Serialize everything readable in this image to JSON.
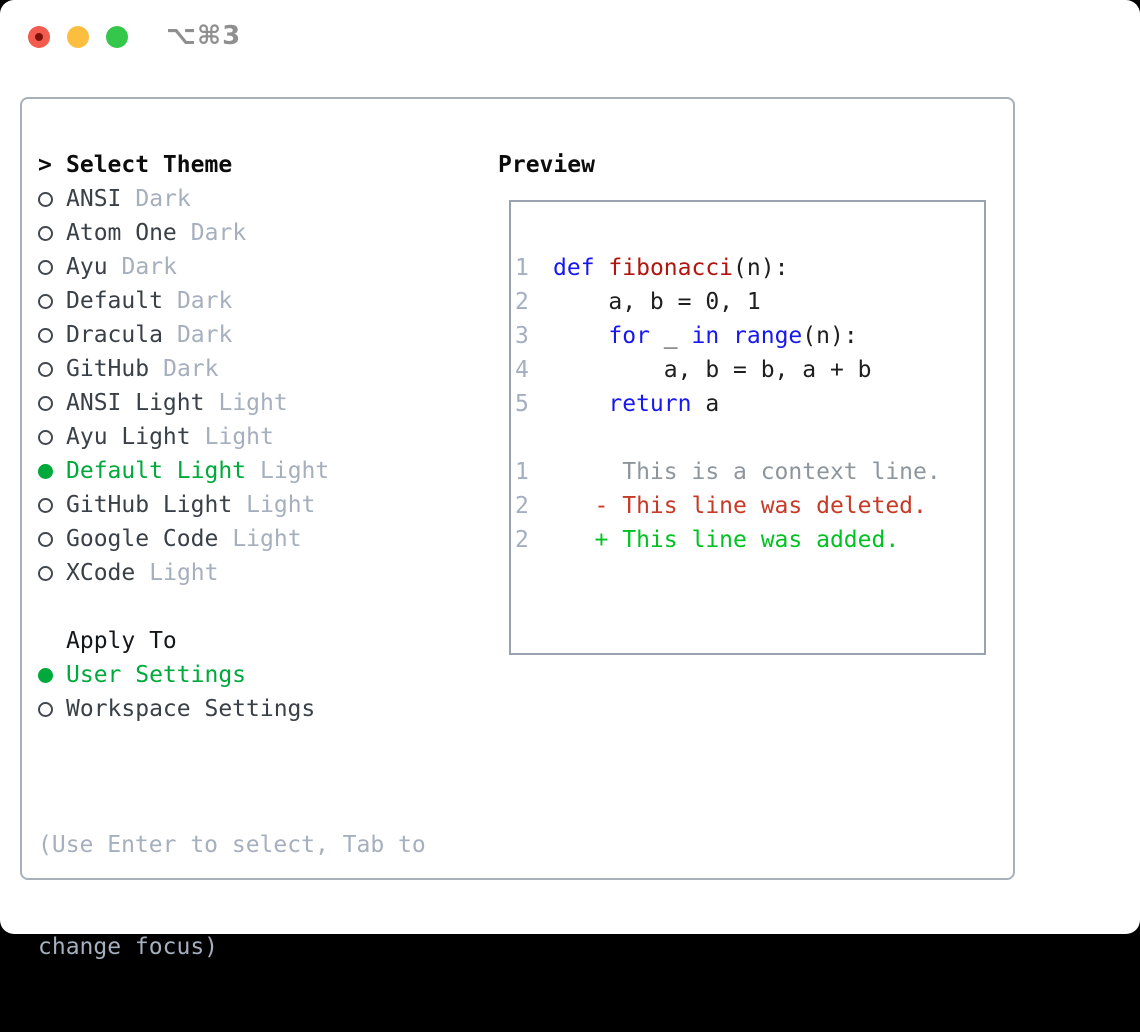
{
  "titlebar": {
    "shortcut": "⌥⌘3"
  },
  "theme_list": {
    "cursor": ">",
    "header": "Select Theme",
    "items": [
      {
        "name": "ANSI",
        "variant": "Dark",
        "selected": false
      },
      {
        "name": "Atom One",
        "variant": "Dark",
        "selected": false
      },
      {
        "name": "Ayu",
        "variant": "Dark",
        "selected": false
      },
      {
        "name": "Default",
        "variant": "Dark",
        "selected": false
      },
      {
        "name": "Dracula",
        "variant": "Dark",
        "selected": false
      },
      {
        "name": "GitHub",
        "variant": "Dark",
        "selected": false
      },
      {
        "name": "ANSI Light",
        "variant": "Light",
        "selected": false
      },
      {
        "name": "Ayu Light",
        "variant": "Light",
        "selected": false
      },
      {
        "name": "Default Light",
        "variant": "Light",
        "selected": true
      },
      {
        "name": "GitHub Light",
        "variant": "Light",
        "selected": false
      },
      {
        "name": "Google Code",
        "variant": "Light",
        "selected": false
      },
      {
        "name": "XCode",
        "variant": "Light",
        "selected": false
      }
    ]
  },
  "apply_to": {
    "header": "Apply To",
    "options": [
      {
        "label": "User Settings",
        "selected": true
      },
      {
        "label": "Workspace Settings",
        "selected": false
      }
    ]
  },
  "hint_lines": [
    "(Use Enter to select, Tab to",
    "change focus)"
  ],
  "preview": {
    "header": "Preview",
    "lines": [
      {
        "num": "1",
        "tokens": [
          {
            "t": "def",
            "c": "kw"
          },
          {
            "t": " "
          },
          {
            "t": "fibonacci",
            "c": "fn"
          },
          {
            "t": "(n):"
          }
        ]
      },
      {
        "num": "2",
        "tokens": [
          {
            "t": "    a, b = 0, 1"
          }
        ]
      },
      {
        "num": "3",
        "tokens": [
          {
            "t": "    "
          },
          {
            "t": "for",
            "c": "kw"
          },
          {
            "t": " _ "
          },
          {
            "t": "in",
            "c": "kw"
          },
          {
            "t": " "
          },
          {
            "t": "range",
            "c": "kw"
          },
          {
            "t": "(n):"
          }
        ]
      },
      {
        "num": "4",
        "tokens": [
          {
            "t": "        a, b = b, a + b"
          }
        ]
      },
      {
        "num": "5",
        "tokens": [
          {
            "t": "    "
          },
          {
            "t": "return",
            "c": "kw"
          },
          {
            "t": " a"
          }
        ]
      },
      {
        "num": "",
        "tokens": []
      },
      {
        "num": "1",
        "tokens": [
          {
            "t": "     This is a context line.",
            "c": "ctx"
          }
        ]
      },
      {
        "num": "2",
        "tokens": [
          {
            "t": "   - This line was deleted.",
            "c": "del"
          }
        ]
      },
      {
        "num": "2",
        "tokens": [
          {
            "t": "   + This line was added.",
            "c": "add"
          }
        ]
      }
    ]
  },
  "colors": {
    "accent_green": "#00A93C",
    "text_dark": "#3A4047",
    "muted": "#A6AFBD",
    "heading": "#0C0C0C",
    "panel_border": "#A8B0B9",
    "preview_border": "#99A3AF",
    "code_keyword": "#1717EF",
    "code_function": "#B2150F",
    "code_plain": "#1E1E1E",
    "diff_context": "#8E969D",
    "diff_deleted": "#C63A27",
    "diff_added": "#00C222",
    "line_number": "#A4AEC1",
    "traffic_red": "#F25B4E",
    "traffic_yellow": "#FCBE3F",
    "traffic_green": "#35C74B"
  }
}
